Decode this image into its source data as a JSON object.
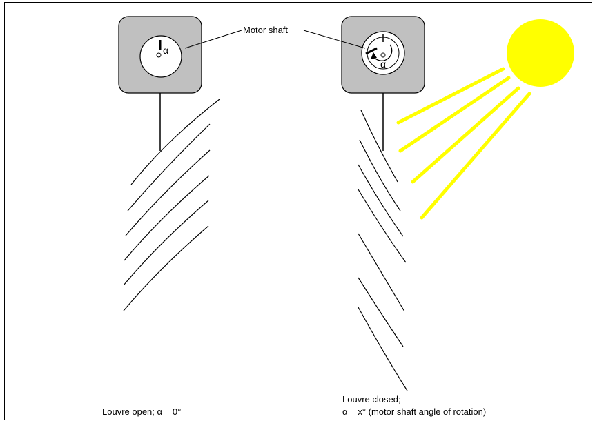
{
  "labels": {
    "motor_shaft": "Motor shaft",
    "alpha": "α",
    "left_caption": "Louvre open; α = 0°",
    "right_caption_line1": "Louvre closed;",
    "right_caption_line2": "α = x° (motor shaft angle of rotation)"
  },
  "colors": {
    "motor_housing": "#c0c0c0",
    "sun": "#ffff00",
    "sun_rays": "#ffff00",
    "outline": "#000000"
  }
}
